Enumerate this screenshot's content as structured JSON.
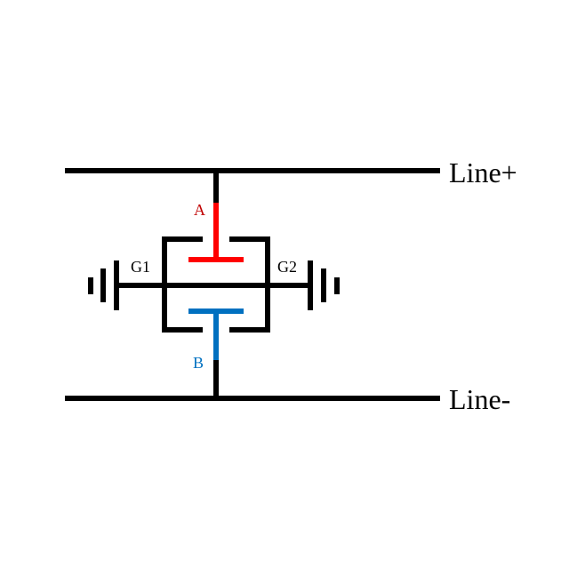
{
  "labels": {
    "line_plus": "Line+",
    "line_minus": "Line-",
    "electrode_a": "A",
    "electrode_b": "B",
    "ground_1": "G1",
    "ground_2": "G2"
  },
  "colors": {
    "background": "#ffffff",
    "wire": "#000000",
    "electrode_a": "#ff0000",
    "electrode_b": "#0070c0",
    "label_a": "#c00000",
    "label_b": "#0070c0",
    "label_default": "#000000"
  }
}
